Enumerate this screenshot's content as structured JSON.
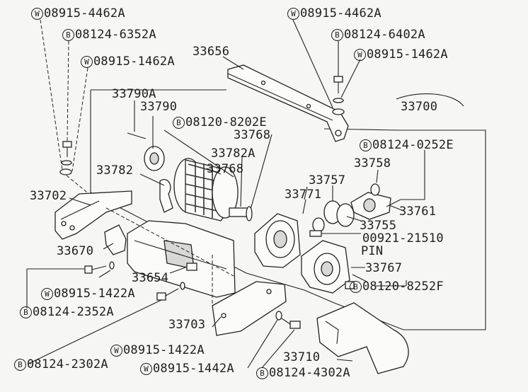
{
  "parts": {
    "w_08915_4462a_left": {
      "prefix": "W",
      "number": "08915-4462A"
    },
    "b_08124_6352a": {
      "prefix": "B",
      "number": "08124-6352A"
    },
    "w_08915_1462a_left": {
      "prefix": "W",
      "number": "08915-1462A"
    },
    "w_08915_4462a_right": {
      "prefix": "W",
      "number": "08915-4462A"
    },
    "b_08124_6402a": {
      "prefix": "B",
      "number": "08124-6402A"
    },
    "w_08915_1462a_right": {
      "prefix": "W",
      "number": "08915-1462A"
    },
    "p_33656": "33656",
    "p_33790a": "33790A",
    "p_33790": "33790",
    "b_08120_8202e": {
      "prefix": "B",
      "number": "08120-8202E"
    },
    "p_33768_top": "33768",
    "p_33700": "33700",
    "b_08124_0252e": {
      "prefix": "B",
      "number": "08124-0252E"
    },
    "p_33782a": "33782A",
    "p_33782": "33782",
    "p_33768_mid": "33768",
    "p_33758": "33758",
    "p_33757": "33757",
    "p_33702": "33702",
    "p_33771": "33771",
    "p_33761": "33761",
    "p_33755": "33755",
    "p_00921_21510": "00921-21510",
    "p_pin": "PIN",
    "p_33670": "33670",
    "p_33767": "33767",
    "p_33654": "33654",
    "b_08120_8252f": {
      "prefix": "B",
      "number": "08120-8252F"
    },
    "w_08915_1422a_a": {
      "prefix": "W",
      "number": "08915-1422A"
    },
    "b_08124_2352a": {
      "prefix": "B",
      "number": "08124-2352A"
    },
    "p_33703": "33703",
    "w_08915_1422a_b": {
      "prefix": "W",
      "number": "08915-1422A"
    },
    "p_33710": "33710",
    "b_08124_2302a": {
      "prefix": "B",
      "number": "08124-2302A"
    },
    "w_08915_1442a": {
      "prefix": "W",
      "number": "08915-1442A"
    },
    "b_08124_4302a": {
      "prefix": "B",
      "number": "08124-4302A"
    }
  }
}
